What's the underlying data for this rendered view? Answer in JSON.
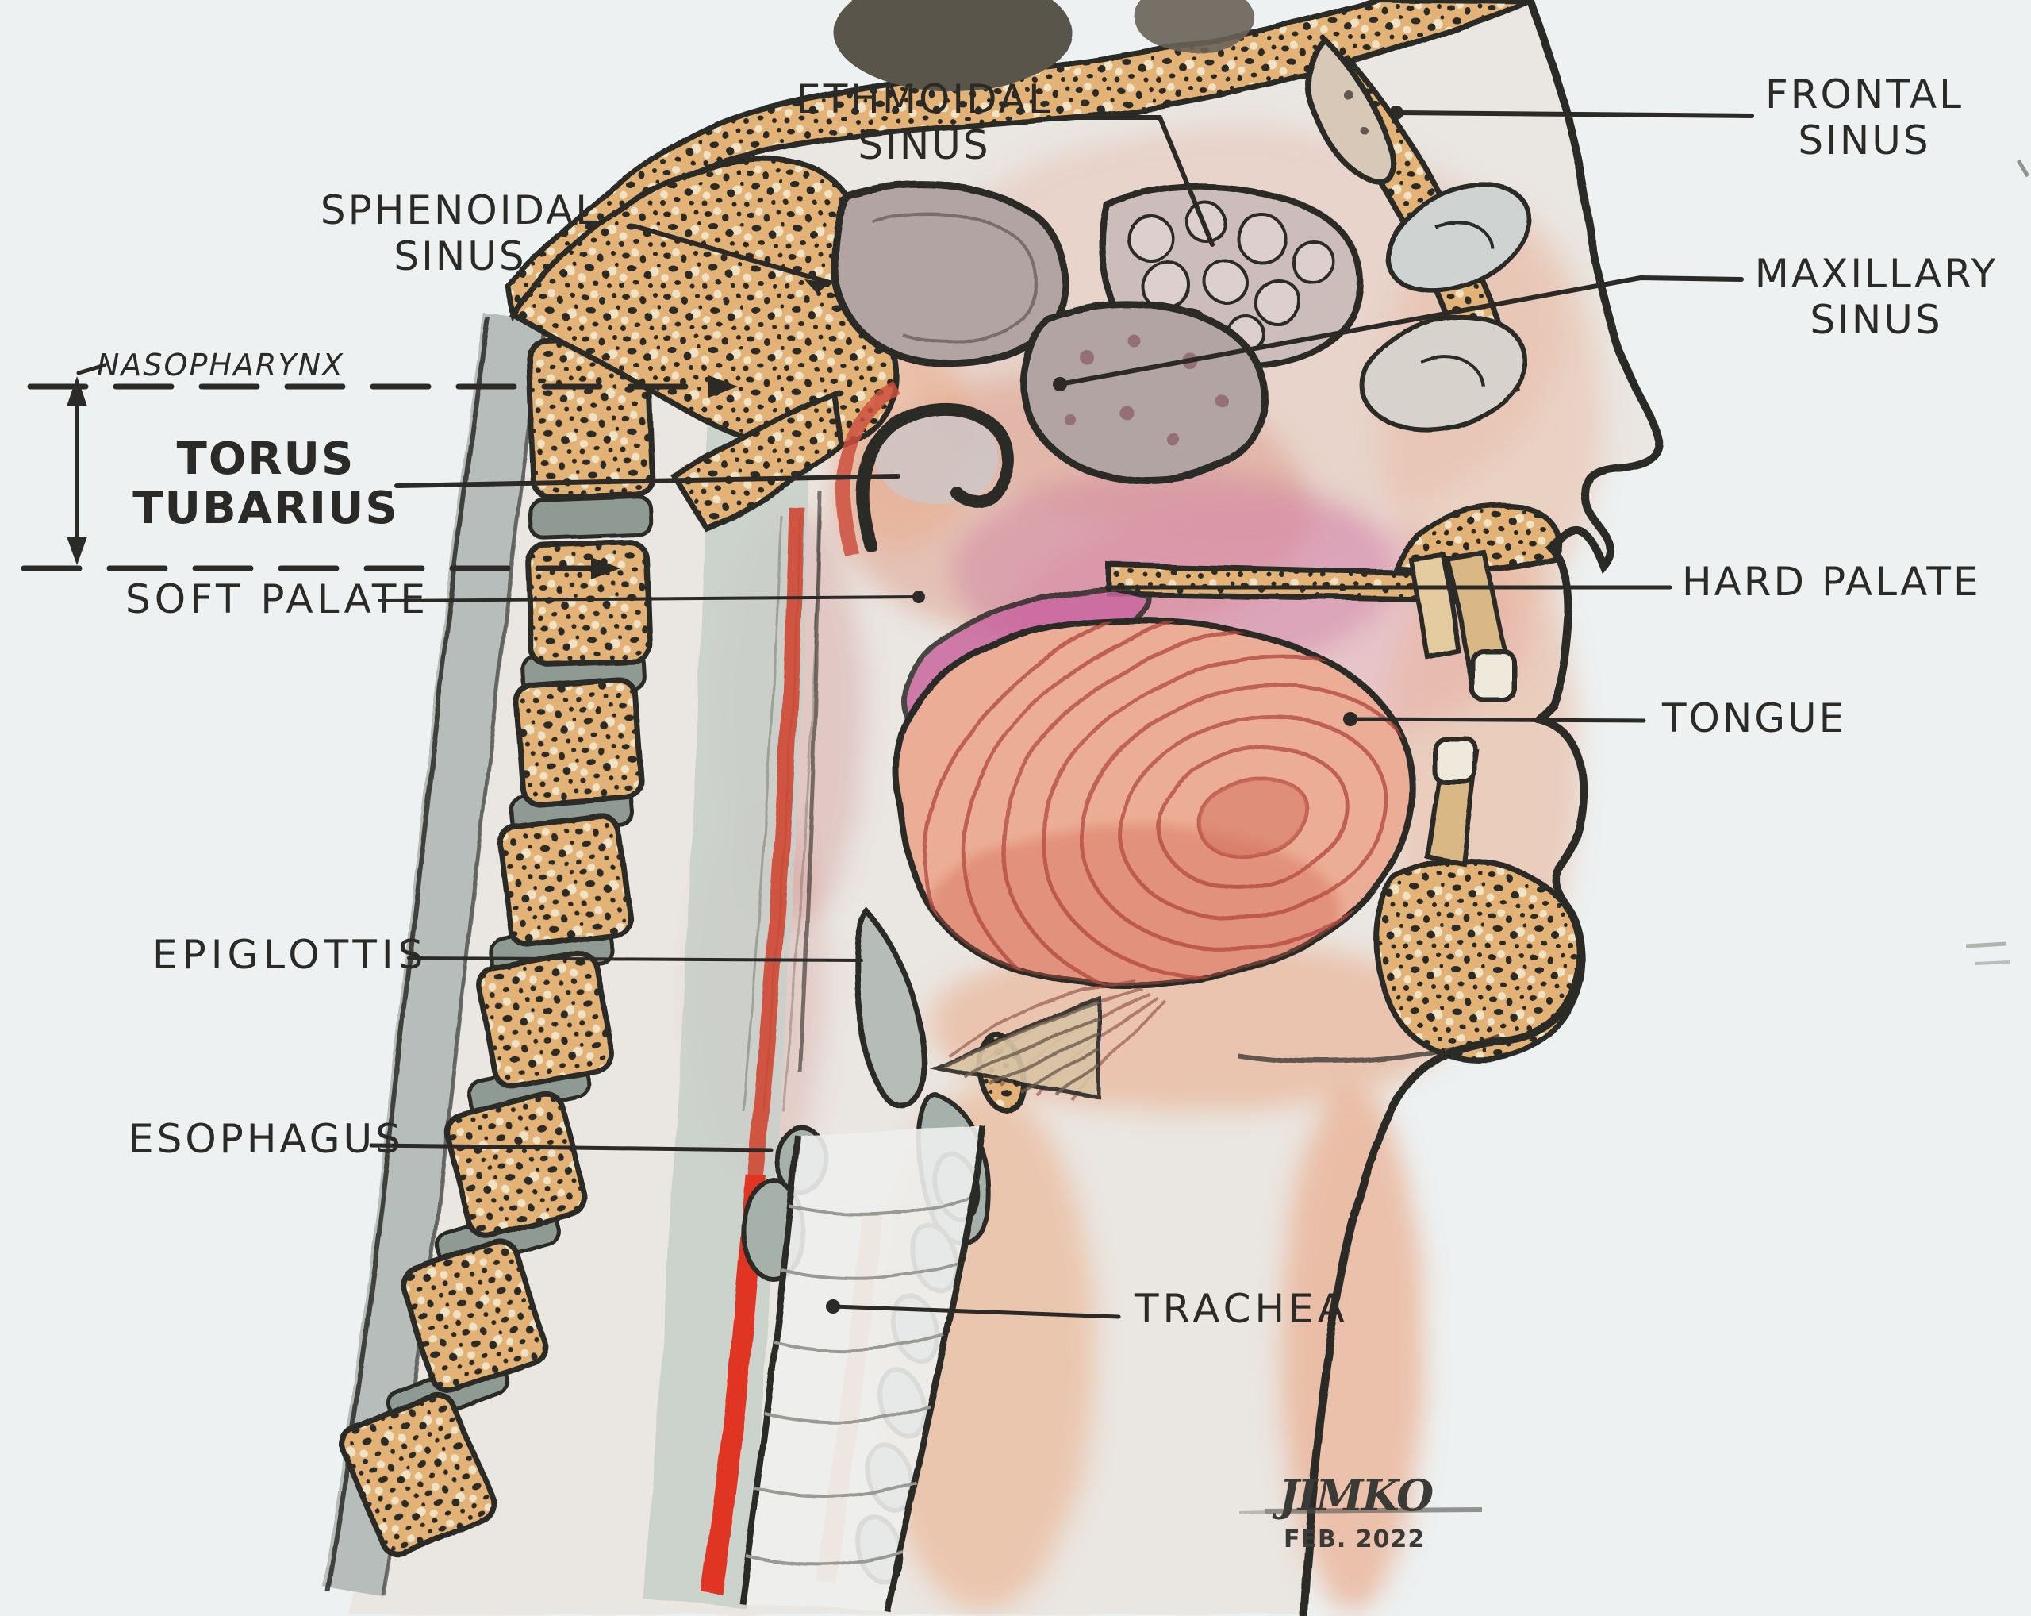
{
  "title": "Hand-drawn sagittal cross-section of the human head and neck",
  "labels": {
    "ethmoidal_sinus": {
      "line1": "ETHMOIDAL",
      "line2": "SINUS"
    },
    "frontal_sinus": {
      "line1": "FRONTAL",
      "line2": "SINUS"
    },
    "sphenoidal_sinus": {
      "line1": "SPHENOIDAL",
      "line2": "SINUS"
    },
    "maxillary_sinus": {
      "line1": "MAXILLARY",
      "line2": "SINUS"
    },
    "nasopharynx": {
      "text": "NASOPHARYNX"
    },
    "torus_tubarius": {
      "line1": "TORUS",
      "line2": "TUBARIUS"
    },
    "soft_palate": {
      "text": "SOFT PALATE"
    },
    "hard_palate": {
      "text": "HARD PALATE"
    },
    "tongue": {
      "text": "TONGUE"
    },
    "epiglottis": {
      "text": "EPIGLOTTIS"
    },
    "esophagus": {
      "text": "ESOPHAGUS"
    },
    "trachea": {
      "text": "TRACHEA"
    }
  },
  "signature": {
    "initials": "JIMKO",
    "date": "FEB. 2022"
  },
  "palette": {
    "paper": "#edf1f1",
    "ink": "#2b2a27",
    "bone": "#e3b277",
    "boneLight": "#f0e2c4",
    "disc": "#8f9a94",
    "spineBand": "#b7bdbb",
    "pharynx": "#c9cfca",
    "esophagus": "#d0402c",
    "salmon": "#e9ad8d",
    "mucosa": "#e4a49c",
    "magenta": "#c9679f",
    "tongueFill": "#ecad96",
    "tongueLine": "#b2493e",
    "cartilage": "#a7b1ab",
    "sinusGray": "#b3a4a4",
    "headFill": "#eae6e1",
    "redCurve": "#cc4f3d",
    "pencil": "#6b6b66"
  }
}
